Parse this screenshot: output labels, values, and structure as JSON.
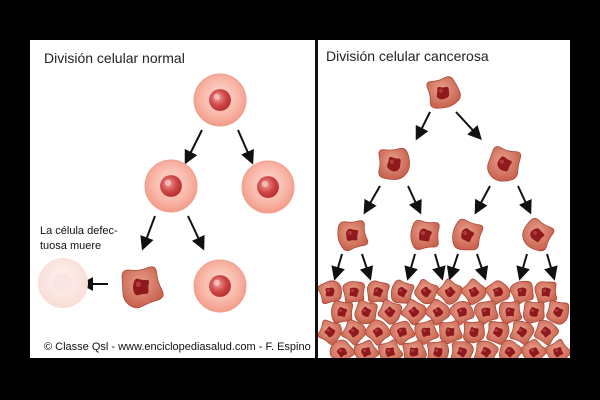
{
  "left_panel": {
    "title": "División celular normal",
    "dying_cell_label": "La célula defec-\ntuosa muere"
  },
  "right_panel": {
    "title": "División celular cancerosa"
  },
  "credit": "© Classe Qsl - www.enciclopediasalud.com - F. Espino",
  "colors": {
    "normal_cell": "#f8b3a3",
    "normal_nucleus": "#d04848",
    "cancer_cell": "#d4735f",
    "cancer_nucleus": "#8e1a1e",
    "dying_cell": "#fbe5e0",
    "background": "#000000",
    "panel": "#ffffff"
  }
}
